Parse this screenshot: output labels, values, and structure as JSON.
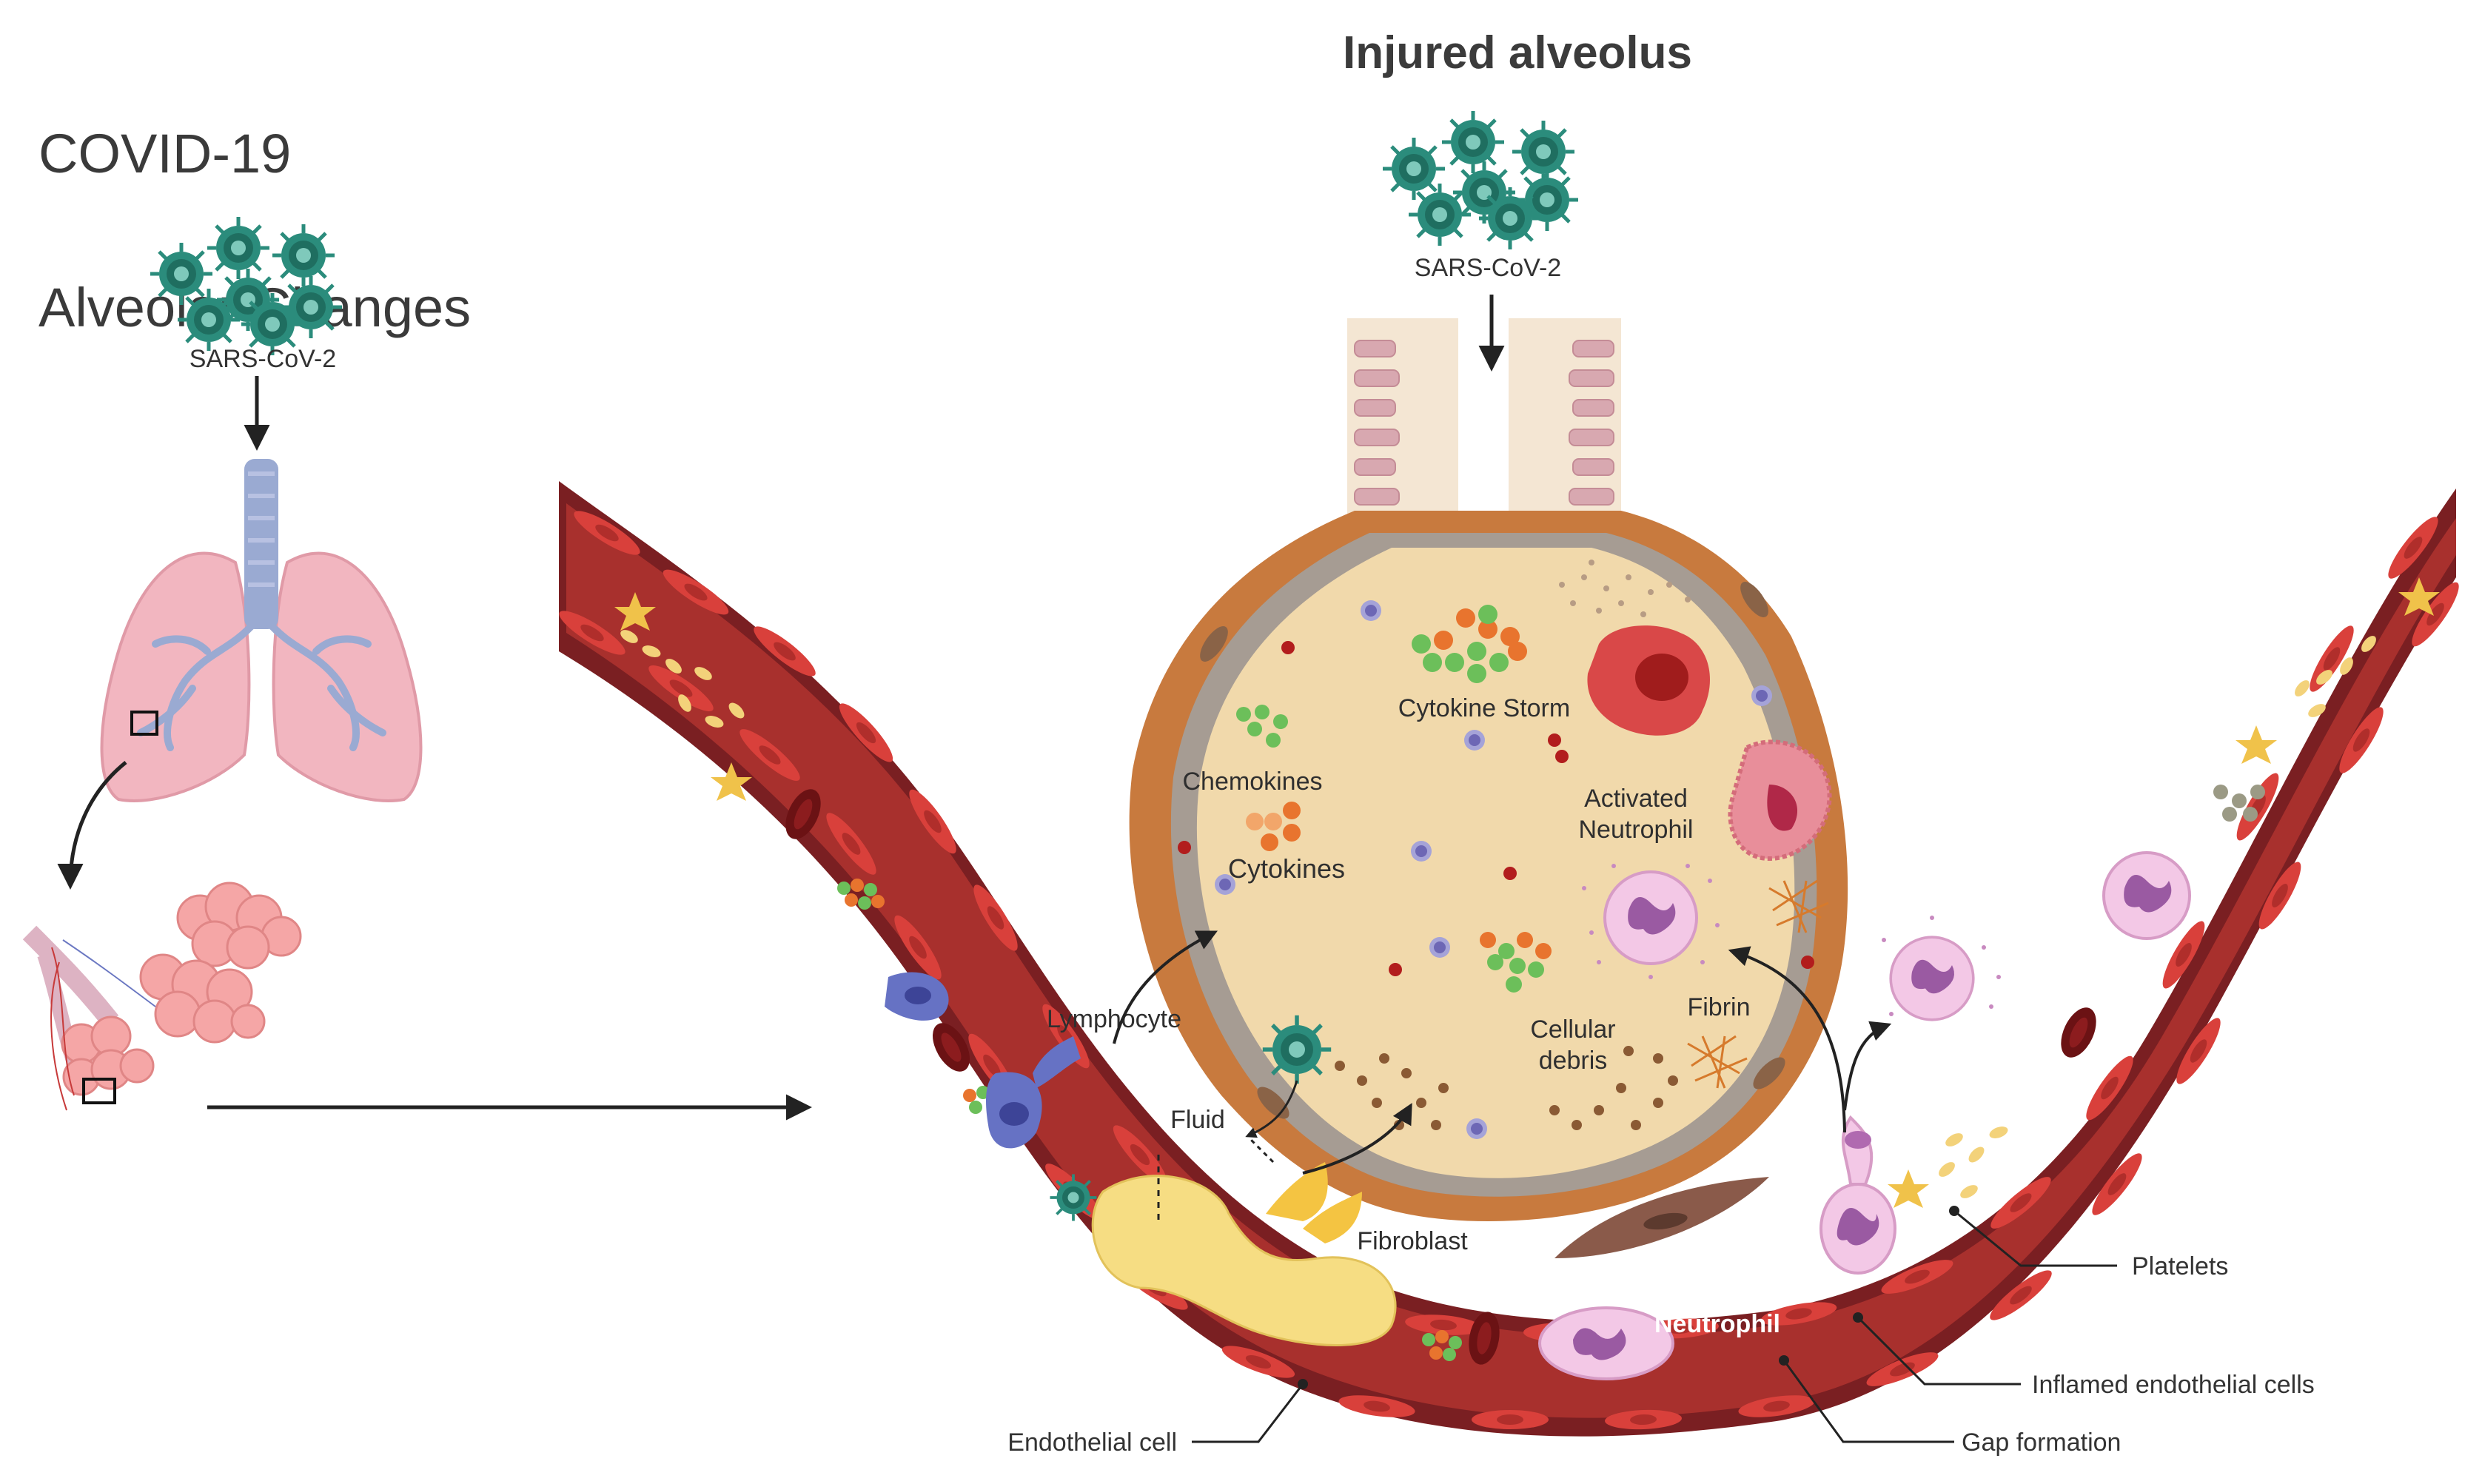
{
  "title": {
    "line1": "COVID-19",
    "line2": "Alveolar Changes"
  },
  "center_title": "Injured alveolus",
  "virus_label_left": "SARS-CoV-2",
  "virus_label_center": "SARS-CoV-2",
  "labels": {
    "cytokine_storm": "Cytokine Storm",
    "chemokines": "Chemokines",
    "cytokines": "Cytokines",
    "activated_neutrophil_1": "Activated",
    "activated_neutrophil_2": "Neutrophil",
    "lymphocyte": "Lymphocyte",
    "fluid": "Fluid",
    "cellular_debris_1": "Cellular",
    "cellular_debris_2": "debris",
    "fibrin": "Fibrin",
    "fibroblast": "Fibroblast",
    "neutrophil": "Neutrophil",
    "platelets": "Platelets",
    "inflamed_endothelial": "Inflamed endothelial cells",
    "gap_formation": "Gap formation",
    "endothelial_cell": "Endothelial cell"
  },
  "colors": {
    "vessel_wall": "#7a1f22",
    "vessel_lumen": "#a8302d",
    "endothelium": "#d9403b",
    "alveolus_fill": "#f1d9ab",
    "alveolus_wall": "#c87a3e",
    "virus": "#2b8c7c",
    "lung": "#f2b6c0",
    "airway": "#9aaad2",
    "text": "#333333"
  },
  "icons": [
    "virus-icon",
    "lungs-icon",
    "alveoli-icon",
    "neutrophil-icon",
    "lymphocyte-icon",
    "platelet-icon",
    "fibrin-icon",
    "fibroblast-icon",
    "red-blood-cell-icon"
  ]
}
